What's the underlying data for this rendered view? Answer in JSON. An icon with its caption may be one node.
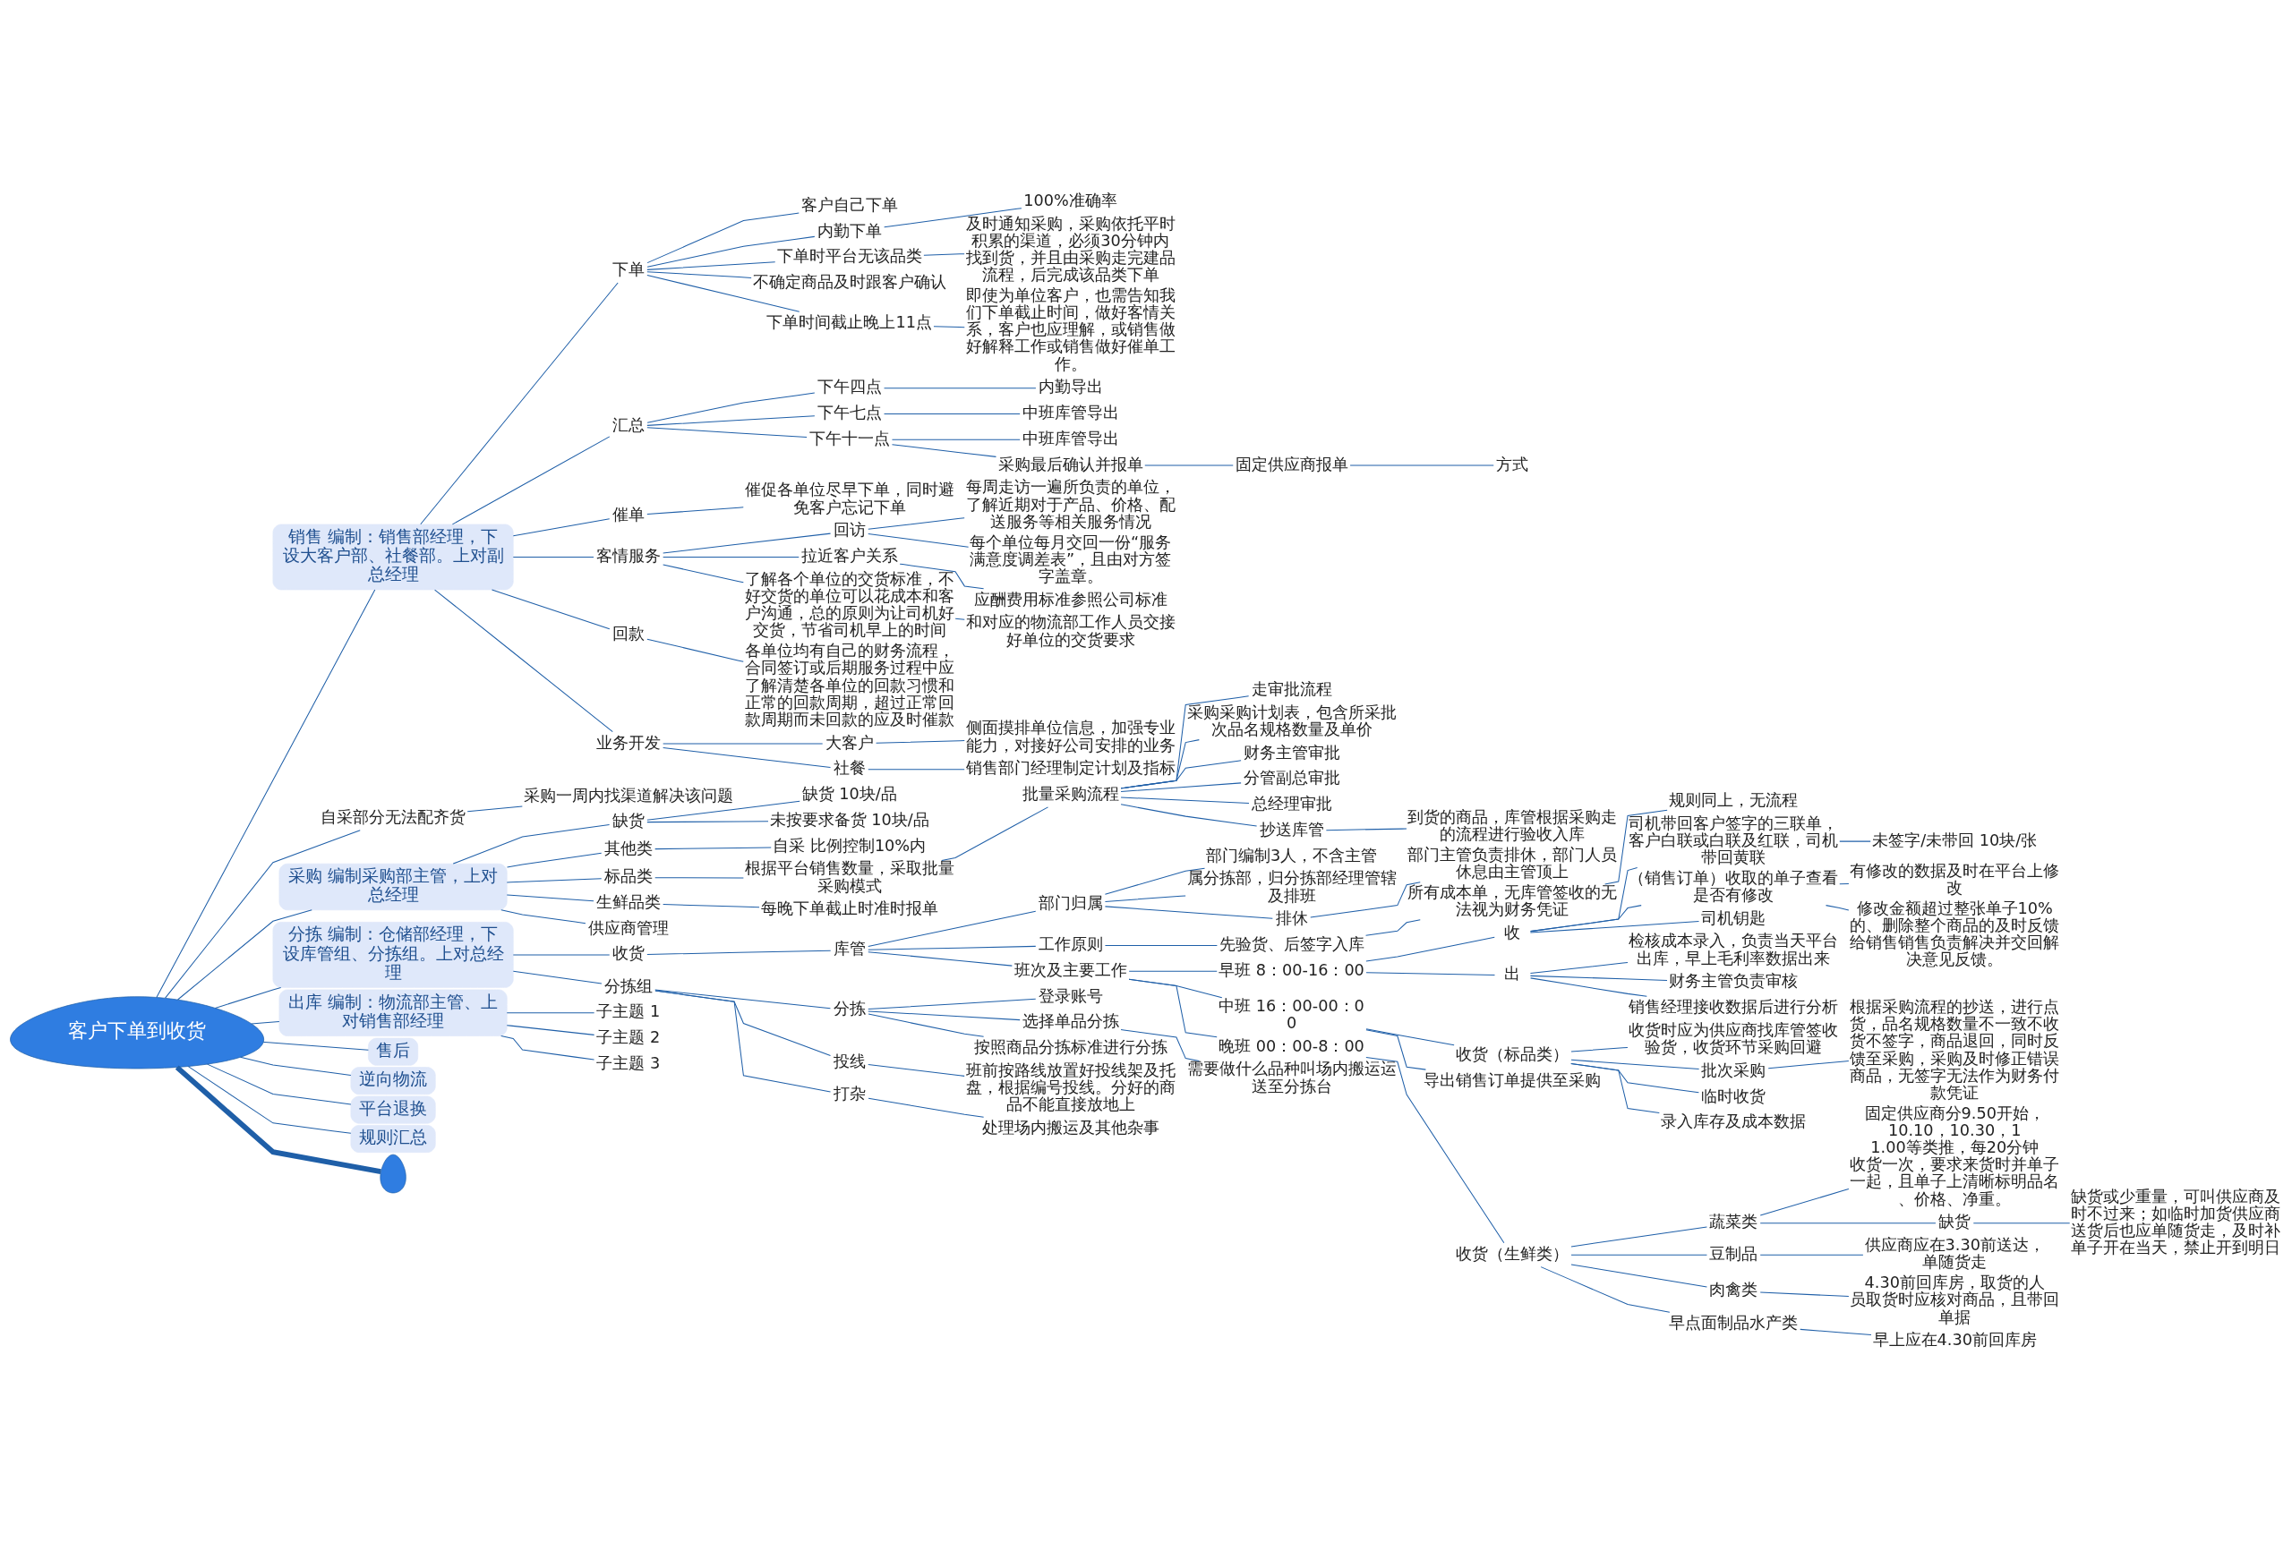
{
  "diagram": {
    "nodes": [
      {
        "text": [
          "客户下单到收货"
        ]
      },
      {
        "text": [
          "销售 编制：销售部经理，下设大客户部、社餐部。上对副总经理"
        ]
      },
      {
        "text": [
          "下单"
        ]
      },
      {
        "text": [
          "客户自己下单"
        ]
      },
      {
        "text": [
          "内勤下单"
        ]
      },
      {
        "text": [
          "100%准确率"
        ]
      },
      {
        "text": [
          "下单时平台无该品类"
        ]
      },
      {
        "text": [
          "及时通知采购，采购依托平时积累的渠道，必须30分钟内找到货，并且由采购走完建品流程，后完成该品类下单"
        ]
      },
      {
        "text": [
          "不确定商品及时跟客户确认"
        ]
      },
      {
        "text": [
          "下单时间截止晚上11点"
        ]
      },
      {
        "text": [
          "即使为单位客户，也需告知我们下单截止时间，做好客情关系，客户也应理解，或销售做好解释工作或销售做好催单工作。"
        ]
      },
      {
        "text": [
          "汇总"
        ]
      },
      {
        "text": [
          "下午四点"
        ]
      },
      {
        "text": [
          "内勤导出"
        ]
      },
      {
        "text": [
          "下午七点"
        ]
      },
      {
        "text": [
          "中班库管导出"
        ]
      },
      {
        "text": [
          "下午十一点"
        ]
      },
      {
        "text": [
          "中班库管导出"
        ]
      },
      {
        "text": [
          "采购最后确认并报单"
        ]
      },
      {
        "text": [
          "固定供应商报单"
        ]
      },
      {
        "text": [
          "方式"
        ]
      },
      {
        "text": [
          "催单"
        ]
      },
      {
        "text": [
          "催促各单位尽早下单，同时避免客户忘记下单"
        ]
      },
      {
        "text": [
          "客情服务"
        ]
      },
      {
        "text": [
          "回访"
        ]
      },
      {
        "text": [
          "每周走访一遍所负责的单位，了解近期对于产品、价格、配送服务等相关服务情况"
        ]
      },
      {
        "text": [
          "每个单位每月交回一份“服务满意度调差表”，且由对方签字盖章。"
        ]
      },
      {
        "text": [
          "拉近客户关系"
        ]
      },
      {
        "text": [
          "应酬费用标准参照公司标准"
        ]
      },
      {
        "text": [
          "了解各个单位的交货标准，不好交货的单位可以花成本和客户沟通，总的原则为让司机好交货，节省司机早上的时间"
        ]
      },
      {
        "text": [
          "和对应的物流部工作人员交接好单位的交货要求"
        ]
      },
      {
        "text": [
          "回款"
        ]
      },
      {
        "text": [
          "各单位均有自己的财务流程，合同签订或后期服务过程中应了解清楚各单位的回款习惯和正常的回款周期，超过正常回款周期而未回款的应及时催款"
        ]
      },
      {
        "text": [
          "业务开发"
        ]
      },
      {
        "text": [
          "大客户"
        ]
      },
      {
        "text": [
          "侧面摸排单位信息，加强专业能力，对接好公司安排的业务"
        ]
      },
      {
        "text": [
          "社餐"
        ]
      },
      {
        "text": [
          "销售部门经理制定计划及指标"
        ]
      },
      {
        "text": [
          "自采部分无法配齐货"
        ]
      },
      {
        "text": [
          "采购一周内找渠道解决该问题"
        ]
      },
      {
        "text": [
          "采购 编制采购部主管，上对总经理"
        ]
      },
      {
        "text": [
          "缺货"
        ]
      },
      {
        "text": [
          "缺货 10块/品"
        ]
      },
      {
        "text": [
          "未按要求备货 10块/品"
        ]
      },
      {
        "text": [
          "其他类"
        ]
      },
      {
        "text": [
          "自采 比例控制10%内"
        ]
      },
      {
        "text": [
          "标品类"
        ]
      },
      {
        "text": [
          "根据平台销售数量，采取批量采购模式"
        ]
      },
      {
        "text": [
          "批量采购流程"
        ]
      },
      {
        "text": [
          "走审批流程"
        ]
      },
      {
        "text": [
          "采购采购计划表，包含所采批次品名规格数量及单价"
        ]
      },
      {
        "text": [
          "财务主管审批"
        ]
      },
      {
        "text": [
          "分管副总审批"
        ]
      },
      {
        "text": [
          "总经理审批"
        ]
      },
      {
        "text": [
          "抄送库管"
        ]
      },
      {
        "text": [
          "到货的商品，库管根据采购走的流程进行验收入库"
        ]
      },
      {
        "text": [
          "生鲜品类"
        ]
      },
      {
        "text": [
          "每晚下单截止时准时报单"
        ]
      },
      {
        "text": [
          "供应商管理"
        ]
      },
      {
        "text": [
          "分拣 编制：仓储部经理，下设库管组、分拣组。上对总经理"
        ]
      },
      {
        "text": [
          "收货"
        ]
      },
      {
        "text": [
          "库管"
        ]
      },
      {
        "text": [
          "部门归属"
        ]
      },
      {
        "text": [
          "部门编制3人，不含主管"
        ]
      },
      {
        "text": [
          "属分拣部，归分拣部经理管辖及排班"
        ]
      },
      {
        "text": [
          "排休"
        ]
      },
      {
        "text": [
          "部门主管负责排休，部门人员休息由主管顶上"
        ]
      },
      {
        "text": [
          "工作原则"
        ]
      },
      {
        "text": [
          "先验货、后签字入库"
        ]
      },
      {
        "text": [
          "所有成本单，无库管签收的无法视为财务凭证"
        ]
      },
      {
        "text": [
          "规则同上，无流程"
        ]
      },
      {
        "text": [
          "班次及主要工作"
        ]
      },
      {
        "text": [
          "早班 8：00-16：00"
        ]
      },
      {
        "text": [
          "收"
        ]
      },
      {
        "text": [
          "司机带回客户签字的三联单，客户白联或白联及红联，司机带回黄联"
        ]
      },
      {
        "text": [
          "未签字/未带回 10块/张"
        ]
      },
      {
        "text": [
          "（销售订单）收取的单子查看是否有修改"
        ]
      },
      {
        "text": [
          "有修改的数据及时在平台上修改"
        ]
      },
      {
        "text": [
          "修改金额超过整张单子10%的、删除整个商品的及时反馈给销售销售负责解决并交回解决意见反馈。"
        ]
      },
      {
        "text": [
          "司机钥匙"
        ]
      },
      {
        "text": [
          "出"
        ]
      },
      {
        "text": [
          "检核成本录入，负责当天平台出库，早上毛利率数据出来"
        ]
      },
      {
        "text": [
          "财务主管负责审核"
        ]
      },
      {
        "text": [
          "销售经理接收数据后进行分析"
        ]
      },
      {
        "text": [
          "中班 16：00-00：00"
        ]
      },
      {
        "text": [
          "收货（标品类）"
        ]
      },
      {
        "text": [
          "收货时应为供应商找库管签收验货，收货环节采购回避"
        ]
      },
      {
        "text": [
          "批次采购"
        ]
      },
      {
        "text": [
          "根据采购流程的抄送，进行点货，品名规格数量不一致不收货不签字，商品退回，同时反馈至采购，采购及时修正错误商品，无签字无法作为财务付款凭证"
        ]
      },
      {
        "text": [
          "临时收货"
        ]
      },
      {
        "text": [
          "录入库存及成本数据"
        ]
      },
      {
        "text": [
          "导出销售订单提供至采购"
        ]
      },
      {
        "text": [
          "晚班 00：00-8：00"
        ]
      },
      {
        "text": [
          "收货（生鲜类）"
        ]
      },
      {
        "text": [
          "蔬菜类"
        ]
      },
      {
        "text": [
          "固定供应商分9.50开始，10.10，10.30，11.00等类推，每20分钟收货一次，要求来货时并单子一起，且单子上清晰标明品名、价格、净重。"
        ]
      },
      {
        "text": [
          "缺货"
        ]
      },
      {
        "text": [
          "缺货或少重量，可叫供应商及时不过来；如临时加货供应商送货后也应单随货走，及时补单子开在当天，禁止开到明日"
        ]
      },
      {
        "text": [
          "豆制品"
        ]
      },
      {
        "text": [
          "供应商应在3.30前送达，单随货走"
        ]
      },
      {
        "text": [
          "肉禽类"
        ]
      },
      {
        "text": [
          "4.30前回库房，取货的人员取货时应核对商品，且带回单据"
        ]
      },
      {
        "text": [
          "早点面制品水产类"
        ]
      },
      {
        "text": [
          "早上应在4.30前回库房"
        ]
      },
      {
        "text": [
          "分拣组"
        ]
      },
      {
        "text": [
          "分拣"
        ]
      },
      {
        "text": [
          "登录账号"
        ]
      },
      {
        "text": [
          "选择单品分拣"
        ]
      },
      {
        "text": [
          "需要做什么品种叫场内搬运运送至分拣台"
        ]
      },
      {
        "text": [
          "按照商品分拣标准进行分拣"
        ]
      },
      {
        "text": [
          "投线"
        ]
      },
      {
        "text": [
          "班前按路线放置好投线架及托盘，根据编号投线。分好的商品不能直接放地上"
        ]
      },
      {
        "text": [
          "打杂"
        ]
      },
      {
        "text": [
          "处理场内搬运及其他杂事"
        ]
      },
      {
        "text": [
          "出库 编制：物流部主管、上对销售部经理"
        ]
      },
      {
        "text": [
          "子主题 1"
        ]
      },
      {
        "text": [
          "子主题 2"
        ]
      },
      {
        "text": [
          "子主题 3"
        ]
      },
      {
        "text": [
          "售后"
        ]
      },
      {
        "text": [
          "逆向物流"
        ]
      },
      {
        "text": [
          "平台退换"
        ]
      },
      {
        "text": [
          "规则汇总"
        ]
      },
      {
        "text": [],
        "shape": "leaf"
      }
    ],
    "edges": [
      {
        "from": 0,
        "to": 1,
        "arrow": "none"
      },
      {
        "from": 1,
        "to": 2,
        "arrow": "none"
      },
      {
        "from": 2,
        "to": 3,
        "arrow": "none"
      },
      {
        "from": 2,
        "to": 4,
        "arrow": "none"
      },
      {
        "from": 4,
        "to": 5,
        "arrow": "none"
      },
      {
        "from": 2,
        "to": 6,
        "arrow": "none"
      },
      {
        "from": 6,
        "to": 7,
        "arrow": "none"
      },
      {
        "from": 2,
        "to": 8,
        "arrow": "none"
      },
      {
        "from": 2,
        "to": 9,
        "arrow": "none"
      },
      {
        "from": 9,
        "to": 10,
        "arrow": "none"
      },
      {
        "from": 1,
        "to": 11,
        "arrow": "none"
      },
      {
        "from": 11,
        "to": 12,
        "arrow": "none"
      },
      {
        "from": 12,
        "to": 13,
        "arrow": "none"
      },
      {
        "from": 11,
        "to": 14,
        "arrow": "none"
      },
      {
        "from": 14,
        "to": 15,
        "arrow": "none"
      },
      {
        "from": 11,
        "to": 16,
        "arrow": "none"
      },
      {
        "from": 16,
        "to": 17,
        "arrow": "none"
      },
      {
        "from": 16,
        "to": 18,
        "arrow": "none"
      },
      {
        "from": 18,
        "to": 19,
        "arrow": "none"
      },
      {
        "from": 19,
        "to": 20,
        "arrow": "none"
      },
      {
        "from": 1,
        "to": 21,
        "arrow": "none"
      },
      {
        "from": 21,
        "to": 22,
        "arrow": "none"
      },
      {
        "from": 1,
        "to": 23,
        "arrow": "none"
      },
      {
        "from": 23,
        "to": 24,
        "arrow": "none"
      },
      {
        "from": 24,
        "to": 25,
        "arrow": "none"
      },
      {
        "from": 24,
        "to": 26,
        "arrow": "none"
      },
      {
        "from": 23,
        "to": 27,
        "arrow": "none"
      },
      {
        "from": 27,
        "to": 28,
        "arrow": "none"
      },
      {
        "from": 23,
        "to": 29,
        "arrow": "none"
      },
      {
        "from": 29,
        "to": 30,
        "arrow": "none"
      },
      {
        "from": 1,
        "to": 31,
        "arrow": "none"
      },
      {
        "from": 31,
        "to": 32,
        "arrow": "none"
      },
      {
        "from": 1,
        "to": 33,
        "arrow": "none"
      },
      {
        "from": 33,
        "to": 34,
        "arrow": "none"
      },
      {
        "from": 34,
        "to": 35,
        "arrow": "none"
      },
      {
        "from": 33,
        "to": 36,
        "arrow": "none"
      },
      {
        "from": 36,
        "to": 37,
        "arrow": "none"
      },
      {
        "from": 0,
        "to": 38,
        "arrow": "none"
      },
      {
        "from": 38,
        "to": 39,
        "arrow": "none"
      },
      {
        "from": 0,
        "to": 40,
        "arrow": "none"
      },
      {
        "from": 40,
        "to": 41,
        "arrow": "none"
      },
      {
        "from": 41,
        "to": 42,
        "arrow": "none"
      },
      {
        "from": 41,
        "to": 43,
        "arrow": "none"
      },
      {
        "from": 40,
        "to": 44,
        "arrow": "none"
      },
      {
        "from": 44,
        "to": 45,
        "arrow": "none"
      },
      {
        "from": 40,
        "to": 46,
        "arrow": "none"
      },
      {
        "from": 46,
        "to": 47,
        "arrow": "none"
      },
      {
        "from": 47,
        "to": 48,
        "arrow": "none"
      },
      {
        "from": 48,
        "to": 49,
        "arrow": "none"
      },
      {
        "from": 48,
        "to": 50,
        "arrow": "none"
      },
      {
        "from": 48,
        "to": 51,
        "arrow": "none"
      },
      {
        "from": 48,
        "to": 52,
        "arrow": "none"
      },
      {
        "from": 48,
        "to": 53,
        "arrow": "none"
      },
      {
        "from": 48,
        "to": 54,
        "arrow": "none"
      },
      {
        "from": 54,
        "to": 55,
        "arrow": "none"
      },
      {
        "from": 40,
        "to": 56,
        "arrow": "none"
      },
      {
        "from": 56,
        "to": 57,
        "arrow": "none"
      },
      {
        "from": 40,
        "to": 58,
        "arrow": "none"
      },
      {
        "from": 0,
        "to": 59,
        "arrow": "none"
      },
      {
        "from": 59,
        "to": 60,
        "arrow": "none"
      },
      {
        "from": 60,
        "to": 61,
        "arrow": "none"
      },
      {
        "from": 61,
        "to": 62,
        "arrow": "none"
      },
      {
        "from": 62,
        "to": 63,
        "arrow": "none"
      },
      {
        "from": 62,
        "to": 64,
        "arrow": "none"
      },
      {
        "from": 62,
        "to": 65,
        "arrow": "none"
      },
      {
        "from": 65,
        "to": 66,
        "arrow": "none"
      },
      {
        "from": 61,
        "to": 67,
        "arrow": "none"
      },
      {
        "from": 67,
        "to": 68,
        "arrow": "none"
      },
      {
        "from": 68,
        "to": 69,
        "arrow": "none"
      },
      {
        "from": 69,
        "to": 70,
        "arrow": "none"
      },
      {
        "from": 61,
        "to": 71,
        "arrow": "none"
      },
      {
        "from": 71,
        "to": 72,
        "arrow": "none"
      },
      {
        "from": 72,
        "to": 73,
        "arrow": "none"
      },
      {
        "from": 73,
        "to": 74,
        "arrow": "none"
      },
      {
        "from": 74,
        "to": 75,
        "arrow": "none"
      },
      {
        "from": 73,
        "to": 76,
        "arrow": "none"
      },
      {
        "from": 76,
        "to": 77,
        "arrow": "none"
      },
      {
        "from": 76,
        "to": 78,
        "arrow": "none"
      },
      {
        "from": 73,
        "to": 79,
        "arrow": "none"
      },
      {
        "from": 72,
        "to": 80,
        "arrow": "none"
      },
      {
        "from": 80,
        "to": 81,
        "arrow": "none"
      },
      {
        "from": 80,
        "to": 82,
        "arrow": "none"
      },
      {
        "from": 80,
        "to": 83,
        "arrow": "none"
      },
      {
        "from": 71,
        "to": 84,
        "arrow": "none"
      },
      {
        "from": 84,
        "to": 85,
        "arrow": "none"
      },
      {
        "from": 85,
        "to": 86,
        "arrow": "none"
      },
      {
        "from": 85,
        "to": 87,
        "arrow": "none"
      },
      {
        "from": 87,
        "to": 88,
        "arrow": "none"
      },
      {
        "from": 85,
        "to": 89,
        "arrow": "none"
      },
      {
        "from": 85,
        "to": 90,
        "arrow": "none"
      },
      {
        "from": 84,
        "to": 91,
        "arrow": "none"
      },
      {
        "from": 71,
        "to": 92,
        "arrow": "none"
      },
      {
        "from": 92,
        "to": 93,
        "arrow": "none"
      },
      {
        "from": 93,
        "to": 94,
        "arrow": "none"
      },
      {
        "from": 94,
        "to": 95,
        "arrow": "none"
      },
      {
        "from": 94,
        "to": 96,
        "arrow": "none"
      },
      {
        "from": 96,
        "to": 97,
        "arrow": "none"
      },
      {
        "from": 93,
        "to": 98,
        "arrow": "none"
      },
      {
        "from": 98,
        "to": 99,
        "arrow": "none"
      },
      {
        "from": 93,
        "to": 100,
        "arrow": "none"
      },
      {
        "from": 100,
        "to": 101,
        "arrow": "none"
      },
      {
        "from": 93,
        "to": 102,
        "arrow": "none"
      },
      {
        "from": 102,
        "to": 103,
        "arrow": "none"
      },
      {
        "from": 59,
        "to": 104,
        "arrow": "none"
      },
      {
        "from": 104,
        "to": 105,
        "arrow": "none"
      },
      {
        "from": 105,
        "to": 106,
        "arrow": "none"
      },
      {
        "from": 105,
        "to": 107,
        "arrow": "none"
      },
      {
        "from": 107,
        "to": 108,
        "arrow": "none"
      },
      {
        "from": 105,
        "to": 109,
        "arrow": "none"
      },
      {
        "from": 104,
        "to": 110,
        "arrow": "none"
      },
      {
        "from": 110,
        "to": 111,
        "arrow": "none"
      },
      {
        "from": 104,
        "to": 112,
        "arrow": "none"
      },
      {
        "from": 112,
        "to": 113,
        "arrow": "none"
      },
      {
        "from": 0,
        "to": 114,
        "arrow": "none"
      },
      {
        "from": 114,
        "to": 115,
        "arrow": "none"
      },
      {
        "from": 114,
        "to": 116,
        "arrow": "none"
      },
      {
        "from": 114,
        "to": 117,
        "arrow": "none"
      },
      {
        "from": 0,
        "to": 118,
        "arrow": "none"
      },
      {
        "from": 0,
        "to": 119,
        "arrow": "none"
      },
      {
        "from": 0,
        "to": 120,
        "arrow": "none"
      },
      {
        "from": 0,
        "to": 121,
        "arrow": "none"
      },
      {
        "from": 0,
        "to": 122,
        "arrow": "none",
        "style": "thick"
      }
    ]
  }
}
